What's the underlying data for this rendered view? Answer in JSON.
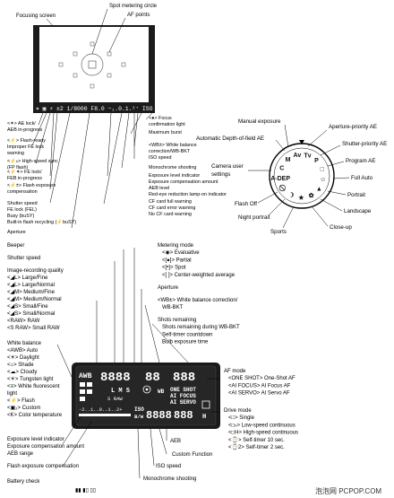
{
  "viewfinder": {
    "top": {
      "focusing_screen": "Focusing screen",
      "spot_circle": "Spot metering circle",
      "af_points": "AF points"
    },
    "readout": "✶ ▣ ⚡ ±2 1/8000 F8.0 −₁.0.1.²⁺  ISO 888 ●",
    "left_labels": [
      [
        "<✶> AE lock/",
        "AEB in-progress"
      ],
      [
        "<⚡> Flash-ready",
        "Improper FE lock",
        "warning"
      ],
      [
        "<⚡ₕ> High-speed sync",
        "(FP flash)"
      ],
      [
        "<⚡✶> FE lock/",
        "FEB in-progress"
      ],
      [
        "<⚡±> Flash exposure",
        "compensation"
      ],
      [
        "Shutter speed",
        "FE lock (FEL)",
        "Busy (buSY)",
        "Built-in flash recycling (⚡buSY)"
      ],
      [
        "Aperture"
      ]
    ],
    "right_labels": [
      [
        "<●> Focus",
        "confirmation light"
      ],
      [
        "Maximum burst"
      ],
      [
        "<WB±> White balance",
        "correction/WB-BKT"
      ],
      [
        "ISO speed"
      ],
      [
        "Monochrome shooting"
      ],
      [
        "Exposure level indicator",
        "Exposure compensation amount",
        "AEB level",
        "Red-eye reduction lamp-on indicator"
      ],
      [
        "CF card full warning",
        "CF card error warning",
        "No CF card warning"
      ]
    ]
  },
  "mode_dial": {
    "labels": {
      "manual_exposure": "Manual exposure",
      "aperture_priority": "Aperture-priority AE",
      "auto_dof": "Automatic Depth-of-field AE",
      "shutter_priority": "Shutter-priority AE",
      "program": "Program AE",
      "camera_user": "Camera user settings",
      "full_auto": "Full Auto",
      "flash_off": "Flash Off",
      "portrait": "Portrait",
      "night_portrait": "Night portrait",
      "landscape": "Landscape",
      "sports": "Sports",
      "close_up": "Close-up"
    },
    "icons": [
      "M",
      "Av",
      "Tv",
      "P",
      "□",
      "☺",
      "▲",
      "✿",
      "★",
      "☽",
      "⃠",
      "A-DEP",
      "C"
    ]
  },
  "lcd": {
    "top_row_texts": [
      "AWB",
      "8888",
      "88",
      "888"
    ],
    "quality_text": "L M S",
    "af_texts": [
      "ONE SHOT",
      "AI FOCUS",
      "AI SERVO"
    ],
    "bottom_texts": [
      "ISO",
      "8888",
      "888",
      "H",
      "B/W"
    ],
    "left_labels": [
      [
        "Beeper"
      ],
      [
        "Shutter speed"
      ],
      [
        "Image-recording quality",
        "<◢L> Large/Fine",
        "<◢L> Large/Normal",
        "<◢M> Medium/Fine",
        "<◢M> Medium/Normal",
        "<◢S> Small/Fine",
        "<◢S> Small/Normal",
        "<RAW> RAW",
        "<S RAW> Small RAW"
      ],
      [
        "White balance",
        "<AWB> Auto",
        "<☀> Daylight",
        "<⌂> Shade",
        "<☁> Cloudy",
        "<☀> Tungsten light",
        "<≡> White fluorescent",
        "light",
        "<⚡> Flash",
        "<▣₂> Custom",
        "<K> Color temperature"
      ],
      [
        "Exposure level indicator",
        "Exposure compensation amount",
        "AEB range"
      ],
      [
        "Flash exposure compensation"
      ],
      [
        "Battery check"
      ]
    ],
    "right_labels": [
      [
        "Metering mode",
        "<◉> Evaluative",
        "<[●]> Partial",
        "<[•]> Spot",
        "<[ ]> Center-weighted average"
      ],
      [
        "Aperture"
      ],
      [
        "<WB±> White balance correction/",
        "WB-BKT"
      ],
      [
        "Shots remaining",
        "Shots remaining during WB-BKT",
        "Self-timer countdown",
        "Bulb exposure time"
      ],
      [
        "AF mode",
        "<ONE SHOT> One-Shot AF",
        "<AI FOCUS> AI Focus AF",
        "<AI SERVO> AI Servo AF"
      ],
      [
        "Drive mode",
        "<□> Single",
        "<□ₕ> Low-speed continuous",
        "<□H> High-speed continuous",
        "<⌚> Self-timer 10 sec.",
        "<⌚2> Self-timer 2 sec."
      ]
    ],
    "bottom_labels": {
      "aeb": "AEB",
      "custom_function": "Custom Function",
      "iso_speed": "ISO speed",
      "monochrome": "Monochrome shooting"
    },
    "battery_icons": "▮▮ ▮▯ ▯▯"
  },
  "watermark": "泡泡网 PCPOP.COM"
}
